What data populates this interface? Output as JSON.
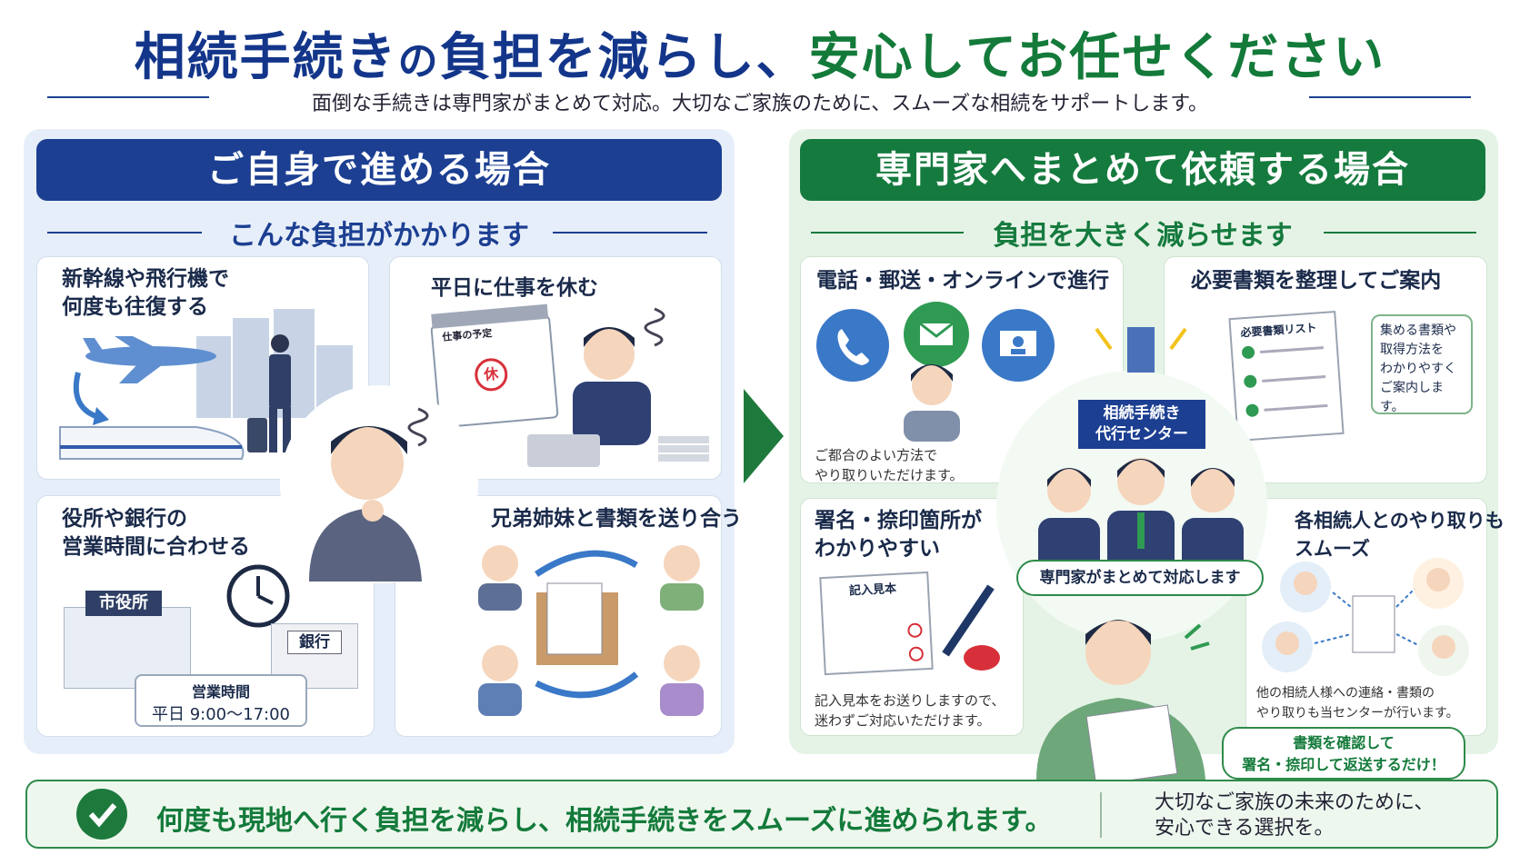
{
  "header": {
    "title_part1": "相続手続き",
    "title_part2": "の",
    "title_part3": "負担を減らし、",
    "title_part4": "安心してお任せください",
    "subtitle": "面倒な手続きは専門家がまとめて対応。大切なご家族のために、スムーズな相続をサポートします。"
  },
  "left": {
    "banner": "ご自身で進める場合",
    "subhead": "こんな負担がかかります",
    "cards": [
      {
        "title_line1": "新幹線や飛行機で",
        "title_line2": "何度も往復する"
      },
      {
        "title_line1": "平日に仕事を休む",
        "calendar_label": "仕事の予定",
        "holiday_mark": "休"
      },
      {
        "title_line1": "役所や銀行の",
        "title_line2": "営業時間に合わせる",
        "cityhall_sign": "市役所",
        "bank_sign": "銀行",
        "hours_label": "営業時間",
        "hours_value": "平日 9:00〜17:00"
      },
      {
        "title_line1": "兄弟姉妹と書類を送り合う"
      }
    ]
  },
  "right": {
    "banner": "専門家へまとめて依頼する場合",
    "subhead": "負担を大きく減らせます",
    "cards": [
      {
        "title": "電話・郵送・オンラインで進行",
        "note_line1": "ご都合のよい方法で",
        "note_line2": "やり取りいただけます。"
      },
      {
        "title": "必要書類を整理してご案内",
        "list_title": "必要書類リスト",
        "bubble_line1": "集める書類や",
        "bubble_line2": "取得方法を",
        "bubble_line3": "わかりやすく",
        "bubble_line4": "ご案内します。"
      },
      {
        "title_line1": "署名・捺印箇所が",
        "title_line2": "わかりやすい",
        "sample_label": "記入見本",
        "note_line1": "記入見本をお送りしますので、",
        "note_line2": "迷わずご対応いただけます。"
      },
      {
        "title_line1": "各相続人とのやり取りも",
        "title_line2": "スムーズ",
        "note_line1": "他の相続人様への連絡・書類の",
        "note_line2": "やり取りも当センターが行います。"
      }
    ],
    "center_badge_line1": "相続手続き",
    "center_badge_line2": "代行センター",
    "center_pill": "専門家がまとめて対応します",
    "confirm_line1": "書類を確認して",
    "confirm_line2": "署名・捺印して返送するだけ！"
  },
  "footer": {
    "main": "何度も現地へ行く負担を減らし、相続手続きをスムーズに進められます。",
    "sub_line1": "大切なご家族の未来のために、",
    "sub_line2": "安心できる選択を。"
  },
  "colors": {
    "navy": "#1c3f92",
    "green": "#157a3e",
    "light_blue": "#e6eef9",
    "light_green": "#e5f3e6"
  }
}
